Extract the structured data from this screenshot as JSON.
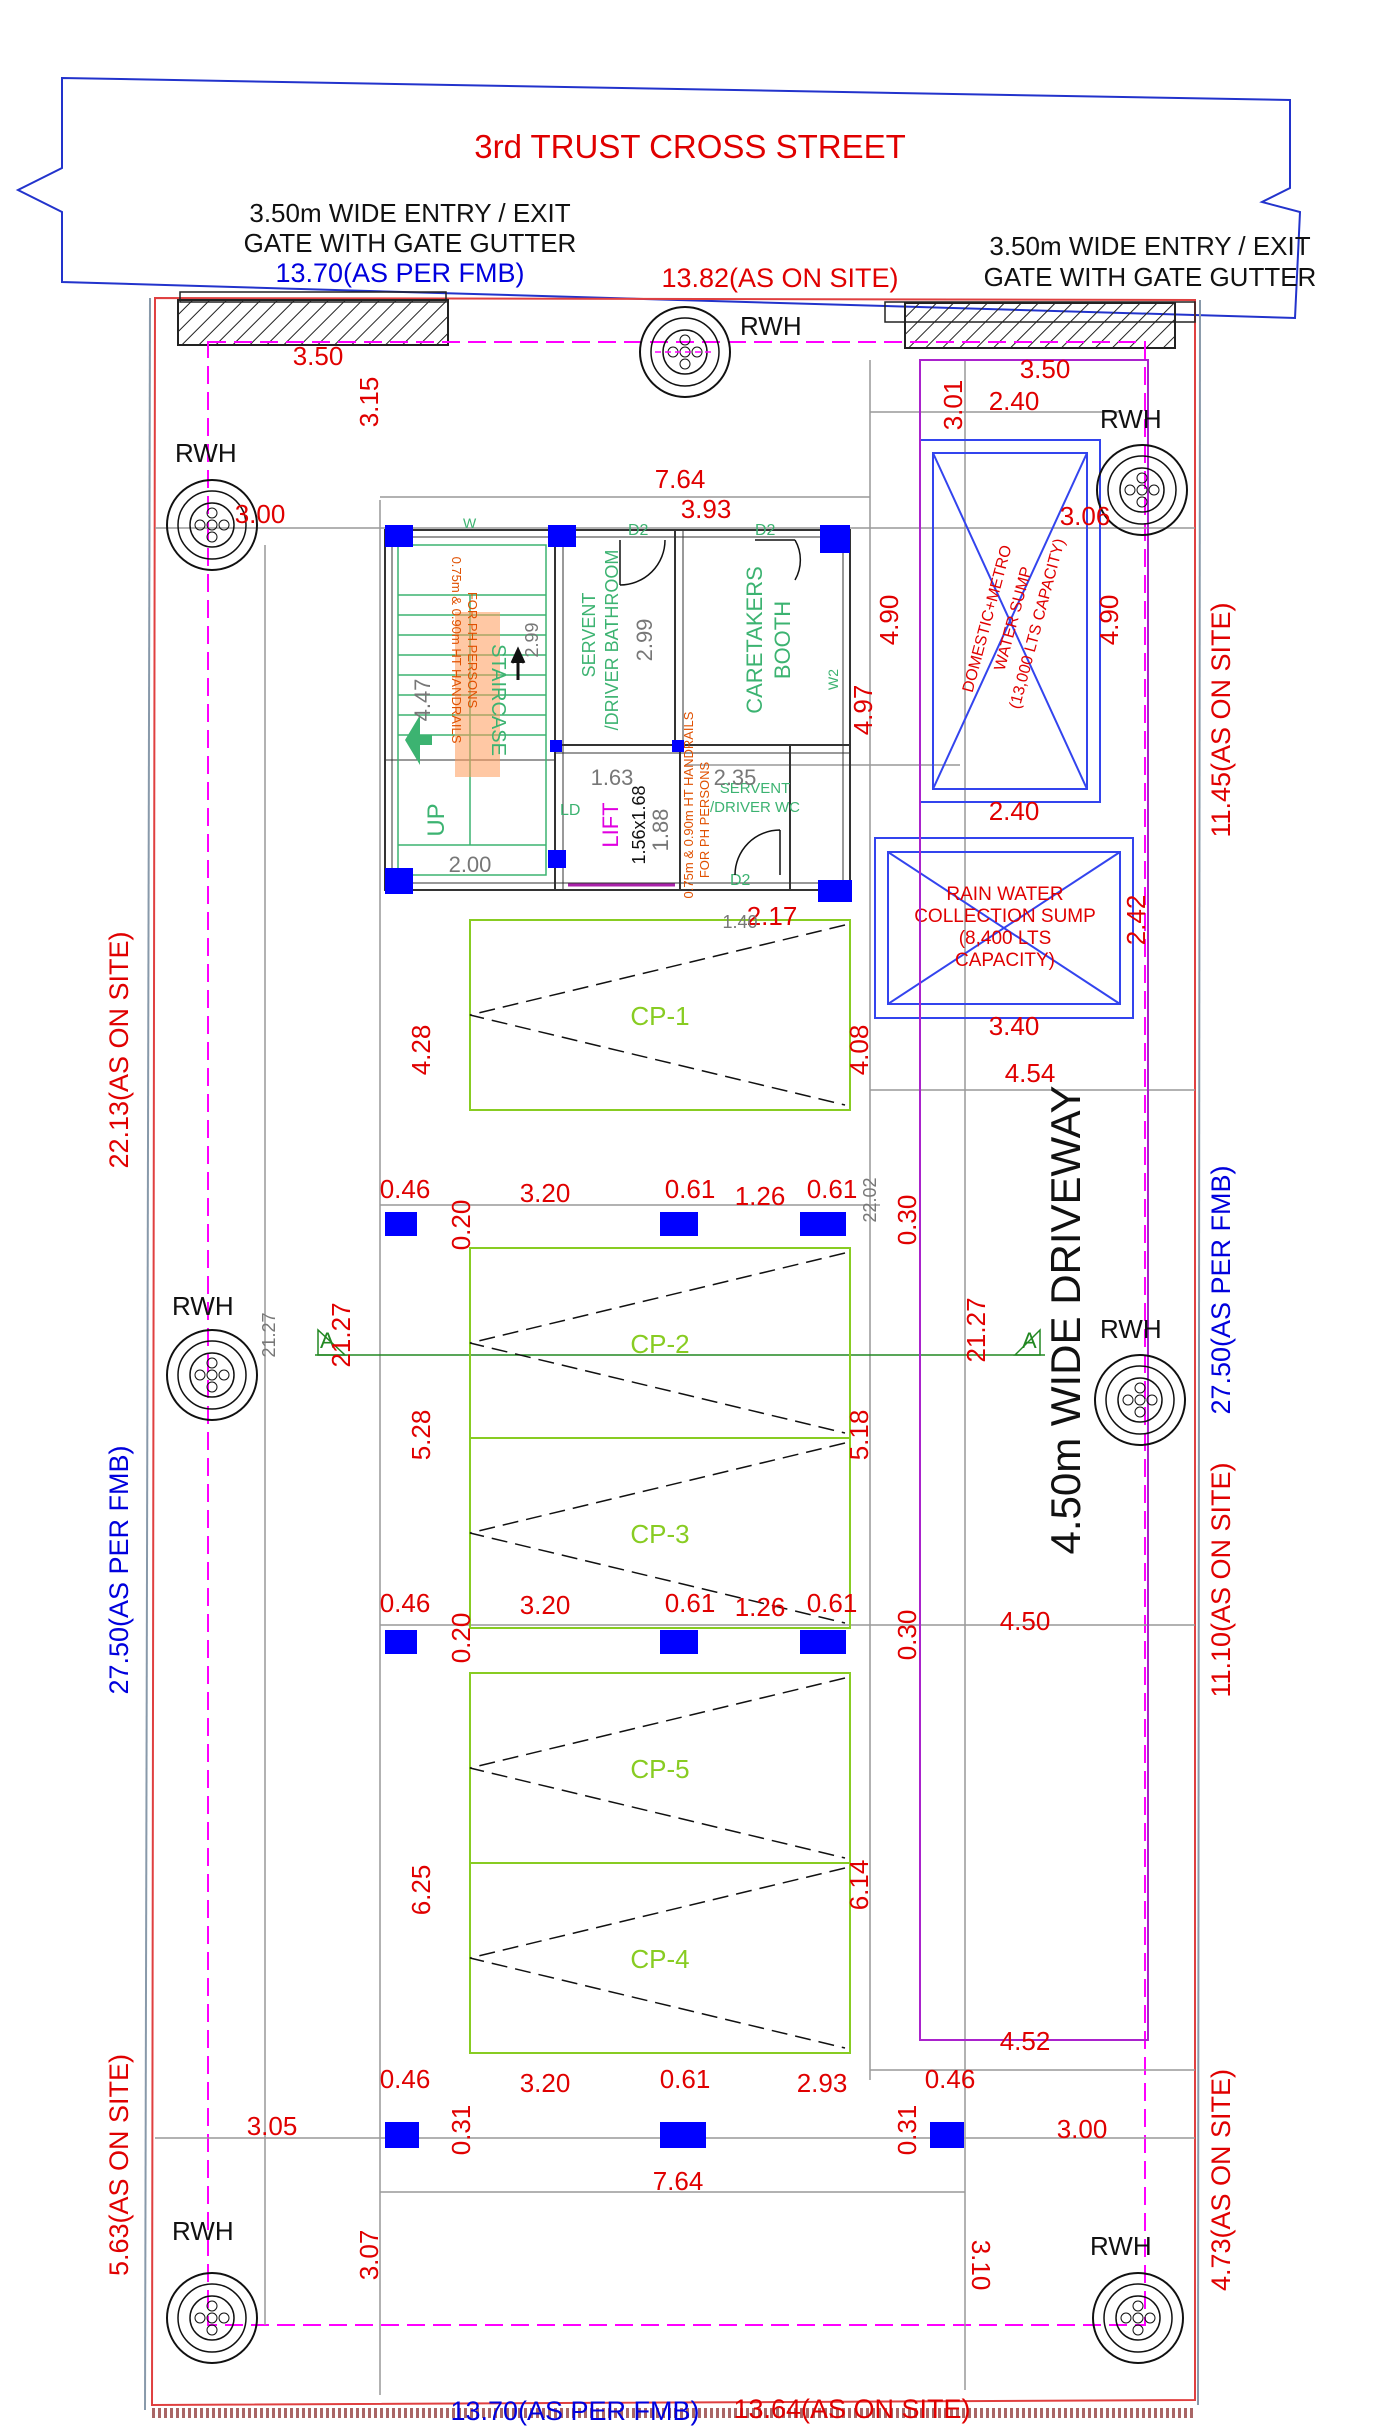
{
  "street": {
    "name": "3rd TRUST CROSS STREET"
  },
  "gates": {
    "left_line1": "3.50m WIDE ENTRY / EXIT",
    "left_line2": "GATE WITH GATE GUTTER",
    "right_line1": "3.50m WIDE ENTRY / EXIT",
    "right_line2": "GATE WITH GATE GUTTER",
    "width_left": "3.50",
    "width_right": "3.50"
  },
  "boundary": {
    "front_fmb": "13.70(AS PER FMB)",
    "front_site": "13.82(AS ON SITE)",
    "rear_fmb": "13.70(AS PER FMB)",
    "rear_site": "13.64(AS ON SITE)",
    "left_site_upper": "22.13(AS ON SITE)",
    "left_fmb": "27.50(AS PER FMB)",
    "left_site_lower": "5.63(AS ON SITE)",
    "right_site_upper": "11.45(AS ON SITE)",
    "right_fmb": "27.50(AS PER FMB)",
    "right_site_mid": "11.10(AS ON SITE)",
    "right_site_lower": "4.73(AS ON SITE)"
  },
  "rwh": {
    "label": "RWH"
  },
  "rooms": {
    "staircase": "STAIRCASE",
    "up": "UP",
    "servant_bath_1": "SERVENT",
    "servant_bath_2": "/DRIVER BATHROOM",
    "caretaker_1": "CARETAKERS",
    "caretaker_2": "BOOTH",
    "lift": "LIFT",
    "lift_size": "1.56x1.68",
    "servant_wc_1": "SERVENT",
    "servant_wc_2": "/DRIVER WC",
    "handrail_note_1": "0.75m & 0.90m HT HANDRAILS",
    "handrail_note_2": "FOR PH PERSONS",
    "door_d2": "D2",
    "door_w": "W",
    "door_w2": "W2",
    "door_ld": "LD"
  },
  "sumps": {
    "domestic_1": "DOMESTIC+METRO",
    "domestic_2": "WATER SUMP",
    "domestic_3": "(13,000 LTS CAPACITY)",
    "rain_1": "RAIN WATER",
    "rain_2": "COLLECTION SUMP",
    "rain_3": "(8,400 LTS",
    "rain_4": "CAPACITY)"
  },
  "driveway": {
    "label": "4.50m WIDE DRIVEWAY"
  },
  "section_marker": "A",
  "parking": [
    "CP-1",
    "CP-2",
    "CP-3",
    "CP-5",
    "CP-4"
  ],
  "dims": {
    "d_315": "3.15",
    "d_301": "3.01",
    "d_240a": "2.40",
    "d_240b": "2.40",
    "d_764a": "7.64",
    "d_393": "3.93",
    "d_300a": "3.00",
    "d_306": "3.06",
    "d_490a": "4.90",
    "d_490b": "4.90",
    "d_497": "4.97",
    "d_447": "4.47",
    "d_299a": "2.99",
    "d_299b": "2.99",
    "d_163": "1.63",
    "d_235": "2.35",
    "d_188": "1.88",
    "d_200": "2.00",
    "d_217": "2.17",
    "d_140": "1.40",
    "d_242": "2.42",
    "d_340": "3.40",
    "d_454": "4.54",
    "d_428": "4.28",
    "d_408": "4.08",
    "d_046a": "0.46",
    "d_320a": "3.20",
    "d_061a": "0.61",
    "d_126a": "1.26",
    "d_061b": "0.61",
    "d_020a": "0.20",
    "d_030a": "0.30",
    "d_2202": "22.02",
    "d_2127a": "21.27",
    "d_2127b": "21.27",
    "d_2127c": "21.27",
    "d_528": "5.28",
    "d_518": "5.18",
    "d_046b": "0.46",
    "d_320b": "3.20",
    "d_061c": "0.61",
    "d_126b": "1.26",
    "d_061d": "0.61",
    "d_020b": "0.20",
    "d_030b": "0.30",
    "d_450": "4.50",
    "d_625": "6.25",
    "d_614": "6.14",
    "d_452": "4.52",
    "d_046c": "0.46",
    "d_320c": "3.20",
    "d_061e": "0.61",
    "d_293": "2.93",
    "d_046d": "0.46",
    "d_305": "3.05",
    "d_031a": "0.31",
    "d_031b": "0.31",
    "d_300b": "3.00",
    "d_764b": "7.64",
    "d_307": "3.07",
    "d_310": "3.10"
  },
  "colors": {
    "dimension": "#e00000",
    "fmb": "#0000dd",
    "room_text": "#3cb371",
    "parking": "#88cc22",
    "column": "#0000ff",
    "setback": "#ff00ff",
    "sump": "#3344ee",
    "handrail": "#e05000"
  }
}
